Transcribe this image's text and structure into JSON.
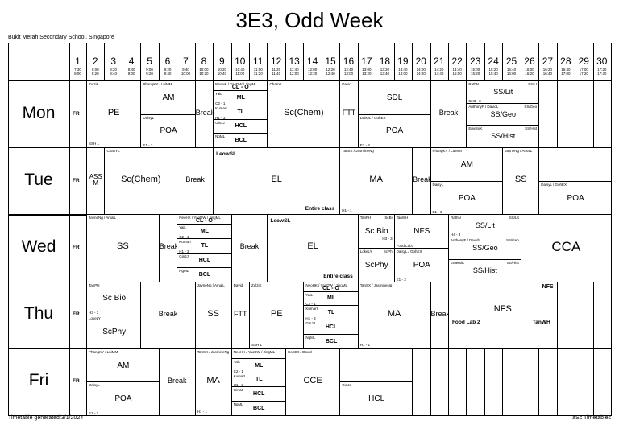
{
  "title": "3E3, Odd Week",
  "school": "Bukit Merah Secondary School, Singapore",
  "footer_left": "Timetable generated:3/1/2024",
  "footer_right": "aSc Timetables",
  "periods": [
    {
      "n": "1",
      "t": "7:30",
      "e": "8:00"
    },
    {
      "n": "2",
      "t": "8:00",
      "e": "8:20"
    },
    {
      "n": "3",
      "t": "8:20",
      "e": "8:40"
    },
    {
      "n": "4",
      "t": "8:40",
      "e": "9:00"
    },
    {
      "n": "5",
      "t": "9:00",
      "e": "9:20"
    },
    {
      "n": "6",
      "t": "9:20",
      "e": "9:40"
    },
    {
      "n": "7",
      "t": "9:40",
      "e": "10:00"
    },
    {
      "n": "8",
      "t": "10:00",
      "e": "10:20"
    },
    {
      "n": "9",
      "t": "10:20",
      "e": "10:40"
    },
    {
      "n": "10",
      "t": "10:40",
      "e": "11:00"
    },
    {
      "n": "11",
      "t": "11:00",
      "e": "11:20"
    },
    {
      "n": "12",
      "t": "11:20",
      "e": "11:40"
    },
    {
      "n": "13",
      "t": "11:40",
      "e": "12:00"
    },
    {
      "n": "14",
      "t": "12:00",
      "e": "12:20"
    },
    {
      "n": "15",
      "t": "12:20",
      "e": "12:40"
    },
    {
      "n": "16",
      "t": "12:40",
      "e": "13:00"
    },
    {
      "n": "17",
      "t": "13:00",
      "e": "13:20"
    },
    {
      "n": "18",
      "t": "13:20",
      "e": "13:40"
    },
    {
      "n": "19",
      "t": "13:40",
      "e": "14:00"
    },
    {
      "n": "20",
      "t": "14:00",
      "e": "14:20"
    },
    {
      "n": "21",
      "t": "14:20",
      "e": "14:40"
    },
    {
      "n": "22",
      "t": "14:40",
      "e": "15:00"
    },
    {
      "n": "23",
      "t": "15:00",
      "e": "15:20"
    },
    {
      "n": "24",
      "t": "15:20",
      "e": "15:40"
    },
    {
      "n": "25",
      "t": "15:40",
      "e": "16:00"
    },
    {
      "n": "26",
      "t": "16:00",
      "e": "16:20"
    },
    {
      "n": "27",
      "t": "16:20",
      "e": "16:40"
    },
    {
      "n": "28",
      "t": "16:40",
      "e": "17:00"
    },
    {
      "n": "29",
      "t": "17:00",
      "e": "17:20"
    },
    {
      "n": "30",
      "t": "17:20",
      "e": "17:40"
    }
  ],
  "days": [
    {
      "name": "Mon",
      "fr": "FR",
      "cells": [
        {
          "c0": 2,
          "c1": 5,
          "main": "PE",
          "tl": "ZulziK",
          "bl": "SSH 1"
        },
        {
          "c0": 5,
          "c1": 8,
          "rows": [
            {
              "main": "AM",
              "tl": "PhangKY / LuiMM"
            },
            {
              "main": "POA",
              "tl": "DaisyL",
              "bl": "E1 - 3"
            }
          ]
        },
        {
          "c0": 8,
          "c1": 9,
          "main": "Break"
        },
        {
          "c0": 9,
          "c1": 12,
          "head": "CL - O",
          "headtl": "NeoHK / YaoDW / JingML",
          "lang": [
            {
              "tl": "YaiL",
              "bl": "C2 - 1",
              "main": "ML"
            },
            {
              "tl": "KumarI",
              "bl": "H1 - 3",
              "main": "TL"
            },
            {
              "tl": "GinJJ",
              "main": "HCL"
            },
            {
              "tl": "NgML",
              "main": "BCL"
            }
          ]
        },
        {
          "c0": 12,
          "c1": 16,
          "main": "Sc(Chem)",
          "tl": "ChanYL"
        },
        {
          "c0": 16,
          "c1": 17,
          "main": "FTT",
          "tl": "David"
        },
        {
          "c0": 17,
          "c1": 21,
          "rows": [
            {
              "main": "SDL"
            },
            {
              "main": "POA",
              "tl": "DaisyL / GohEX",
              "bl": "E1 - 3"
            }
          ]
        },
        {
          "c0": 21,
          "c1": 23,
          "main": "Break"
        },
        {
          "c0": 23,
          "c1": 27,
          "rows": [
            {
              "main": "SS/Lit",
              "tl": "RathN",
              "bl": "SH3 - 3",
              "tr": "SS/Lt"
            },
            {
              "main": "SS/Geo",
              "tl": "AnthonyF / DavidL",
              "tr": "SS/Geo"
            },
            {
              "main": "SS/Hist",
              "tl": "EmersiK",
              "tr": "SS/Hist"
            }
          ]
        }
      ]
    },
    {
      "name": "Tue",
      "fr": "FR",
      "cells": [
        {
          "c0": 2,
          "c1": 3,
          "main": "ASS\nM"
        },
        {
          "c0": 3,
          "c1": 7,
          "main": "Sc(Chem)",
          "tl": "ChanYL"
        },
        {
          "c0": 7,
          "c1": 9,
          "main": "Break"
        },
        {
          "c0": 9,
          "c1": 16,
          "main": "EL",
          "big": "LeowSL",
          "br": "Entire class"
        },
        {
          "c0": 16,
          "c1": 20,
          "main": "MA",
          "tl": "TanSX / JasmineNg",
          "bl": "H1 - 1"
        },
        {
          "c0": 20,
          "c1": 21,
          "main": "Break"
        },
        {
          "c0": 21,
          "c1": 25,
          "rows": [
            {
              "main": "AM",
              "tl": "PhangKY / LuiMM"
            },
            {
              "main": "POA",
              "tl": "DaisyL",
              "bl": "E1 - 3"
            }
          ]
        },
        {
          "c0": 25,
          "c1": 27,
          "main": "SS",
          "tl": "JayneNg / AmalL"
        },
        {
          "c0": 27,
          "c1": 31,
          "rows": [
            {
              "main": ""
            },
            {
              "main": "POA",
              "tl": "DaisyL / GohEX"
            }
          ]
        }
      ]
    },
    {
      "name": "Wed",
      "fr": "FR",
      "cells": [
        {
          "c0": 2,
          "c1": 6,
          "main": "SS",
          "tl": "JayneNg / AmalL"
        },
        {
          "c0": 6,
          "c1": 7,
          "main": "Break"
        },
        {
          "c0": 7,
          "c1": 10,
          "head": "CL - O",
          "headtl": "NeoHK / YaoDW / JingML",
          "lang": [
            {
              "tl": "YaiL",
              "bl": "C2 - 1",
              "main": "ML"
            },
            {
              "tl": "KumarI",
              "bl": "H1 - 3",
              "main": "TL"
            },
            {
              "tl": "GinJJ",
              "main": "HCL"
            },
            {
              "tl": "NgML",
              "main": "BCL"
            }
          ]
        },
        {
          "c0": 10,
          "c1": 12,
          "main": "Break"
        },
        {
          "c0": 12,
          "c1": 17,
          "main": "EL",
          "big": "LeowSL",
          "br": "Entire class"
        },
        {
          "c0": 17,
          "c1": 19,
          "rows": [
            {
              "main": "Sc Bio",
              "tl": "TanPH",
              "tr": "ScBi",
              "br": "H3 - 3"
            },
            {
              "main": "ScPhy",
              "tl": "LokeLY",
              "tr": "ScPh"
            }
          ]
        },
        {
          "c0": 19,
          "c1": 22,
          "rows": [
            {
              "main": "NFS",
              "tl": "TanWH",
              "bl": "Food Lab7"
            },
            {
              "main": "POA",
              "tl": "DaisyL / GohEX",
              "bl": "E1 - 3"
            }
          ]
        },
        {
          "c0": 22,
          "c1": 26,
          "rows": [
            {
              "main": "SS/Lit",
              "tl": "RathN",
              "bl": "H4 - 3",
              "tr": "SS/Lit"
            },
            {
              "main": "SS/Geo",
              "tl": "AnthonyF / DavidL",
              "tr": "SS/Geo"
            },
            {
              "main": "SS/Hist",
              "tl": "EmersiK",
              "tr": "SS/Hist"
            }
          ]
        },
        {
          "c0": 26,
          "c1": 31,
          "main": "CCA"
        }
      ]
    },
    {
      "name": "Thu",
      "fr": "FR",
      "cells": [
        {
          "c0": 2,
          "c1": 5,
          "rows": [
            {
              "main": "Sc Bio",
              "tl": "TanPH",
              "bl": "H3 - 3"
            },
            {
              "main": "ScPhy",
              "tl": "LokeLY"
            }
          ]
        },
        {
          "c0": 5,
          "c1": 8,
          "main": "Break"
        },
        {
          "c0": 8,
          "c1": 10,
          "main": "SS",
          "tl": "JayneNg / AmalL"
        },
        {
          "c0": 10,
          "c1": 11,
          "main": "FTT",
          "tl": "David"
        },
        {
          "c0": 11,
          "c1": 14,
          "main": "PE",
          "tl": "ZulziK",
          "bl": "SSH 1"
        },
        {
          "c0": 14,
          "c1": 17,
          "head": "CL - O",
          "headtl": "NeoHK / YaoDW / JingML",
          "lang": [
            {
              "tl": "YaiL",
              "bl": "C2 - 1",
              "main": "ML"
            },
            {
              "tl": "KumarI",
              "bl": "H1 - 3",
              "main": "TL"
            },
            {
              "tl": "GinJJ",
              "main": "HCL"
            },
            {
              "tl": "NgML",
              "main": "BCL"
            }
          ]
        },
        {
          "c0": 17,
          "c1": 21,
          "main": "MA",
          "tl": "TanSX / JasmineNg",
          "bl": "H1 - 1"
        },
        {
          "c0": 21,
          "c1": 22,
          "main": "Break"
        },
        {
          "c0": 22,
          "c1": 28,
          "nfs": true,
          "main": "NFS",
          "tr": "NFS",
          "bl": "Food Lab 2",
          "br": "TanWH"
        }
      ]
    },
    {
      "name": "Fri",
      "fr": "FR",
      "cells": [
        {
          "c0": 2,
          "c1": 6,
          "rows": [
            {
              "main": "AM",
              "tl": "PhangKY / LuiMM"
            },
            {
              "main": "POA",
              "tl": "DaisyL",
              "bl": "E1 - 3"
            }
          ]
        },
        {
          "c0": 6,
          "c1": 8,
          "main": "Break"
        },
        {
          "c0": 8,
          "c1": 10,
          "main": "MA",
          "tl": "TanSX / JasmineNg",
          "bl": "H1 - 1"
        },
        {
          "c0": 10,
          "c1": 13,
          "head": "",
          "headtl": "NeoHK / YaoDW / JingML",
          "lang": [
            {
              "tl": "YaiL",
              "bl": "C2 - 1",
              "main": "ML"
            },
            {
              "tl": "KumarI",
              "bl": "H1 - 3",
              "main": "TL"
            },
            {
              "tl": "GinJJ",
              "main": "HCL"
            },
            {
              "tl": "NgML",
              "main": "BCL"
            }
          ]
        },
        {
          "c0": 13,
          "c1": 16,
          "main": "CCE",
          "tl": "GohEX / David"
        },
        {
          "c0": 16,
          "c1": 20,
          "rows": [
            {
              "main": ""
            },
            {
              "main": "HCL",
              "tl": "GinJJ"
            }
          ]
        }
      ]
    }
  ]
}
